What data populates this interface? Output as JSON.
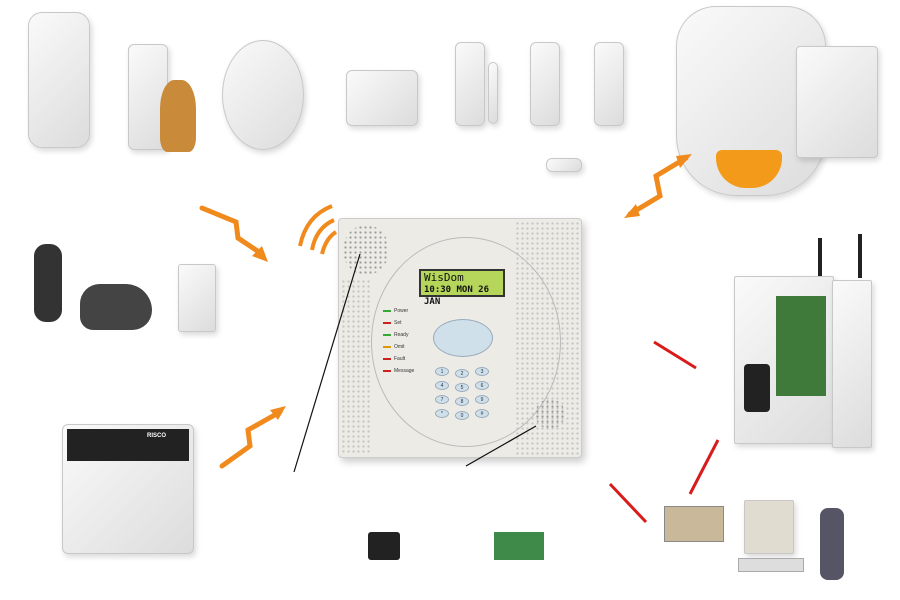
{
  "panel": {
    "lcd_line1": "WisDom",
    "lcd_line2": "10:30  MON 26 JAN",
    "leds": [
      {
        "label": "Power",
        "color": "#3a3"
      },
      {
        "label": "Set",
        "color": "#c22"
      },
      {
        "label": "Ready",
        "color": "#3a3"
      },
      {
        "label": "Omit",
        "color": "#d90"
      },
      {
        "label": "Fault",
        "color": "#c22"
      },
      {
        "label": "Message",
        "color": "#c22"
      }
    ],
    "keys": [
      "1",
      "2",
      "3",
      "4",
      "5",
      "6",
      "7",
      "8",
      "9",
      "*",
      "0",
      "#"
    ]
  },
  "keypad": {
    "brand": "RISCO"
  },
  "colors": {
    "orange_arrow": "#f08a1c",
    "red_arrow": "#d81c1c",
    "siren_lens": "#f39a1a"
  }
}
